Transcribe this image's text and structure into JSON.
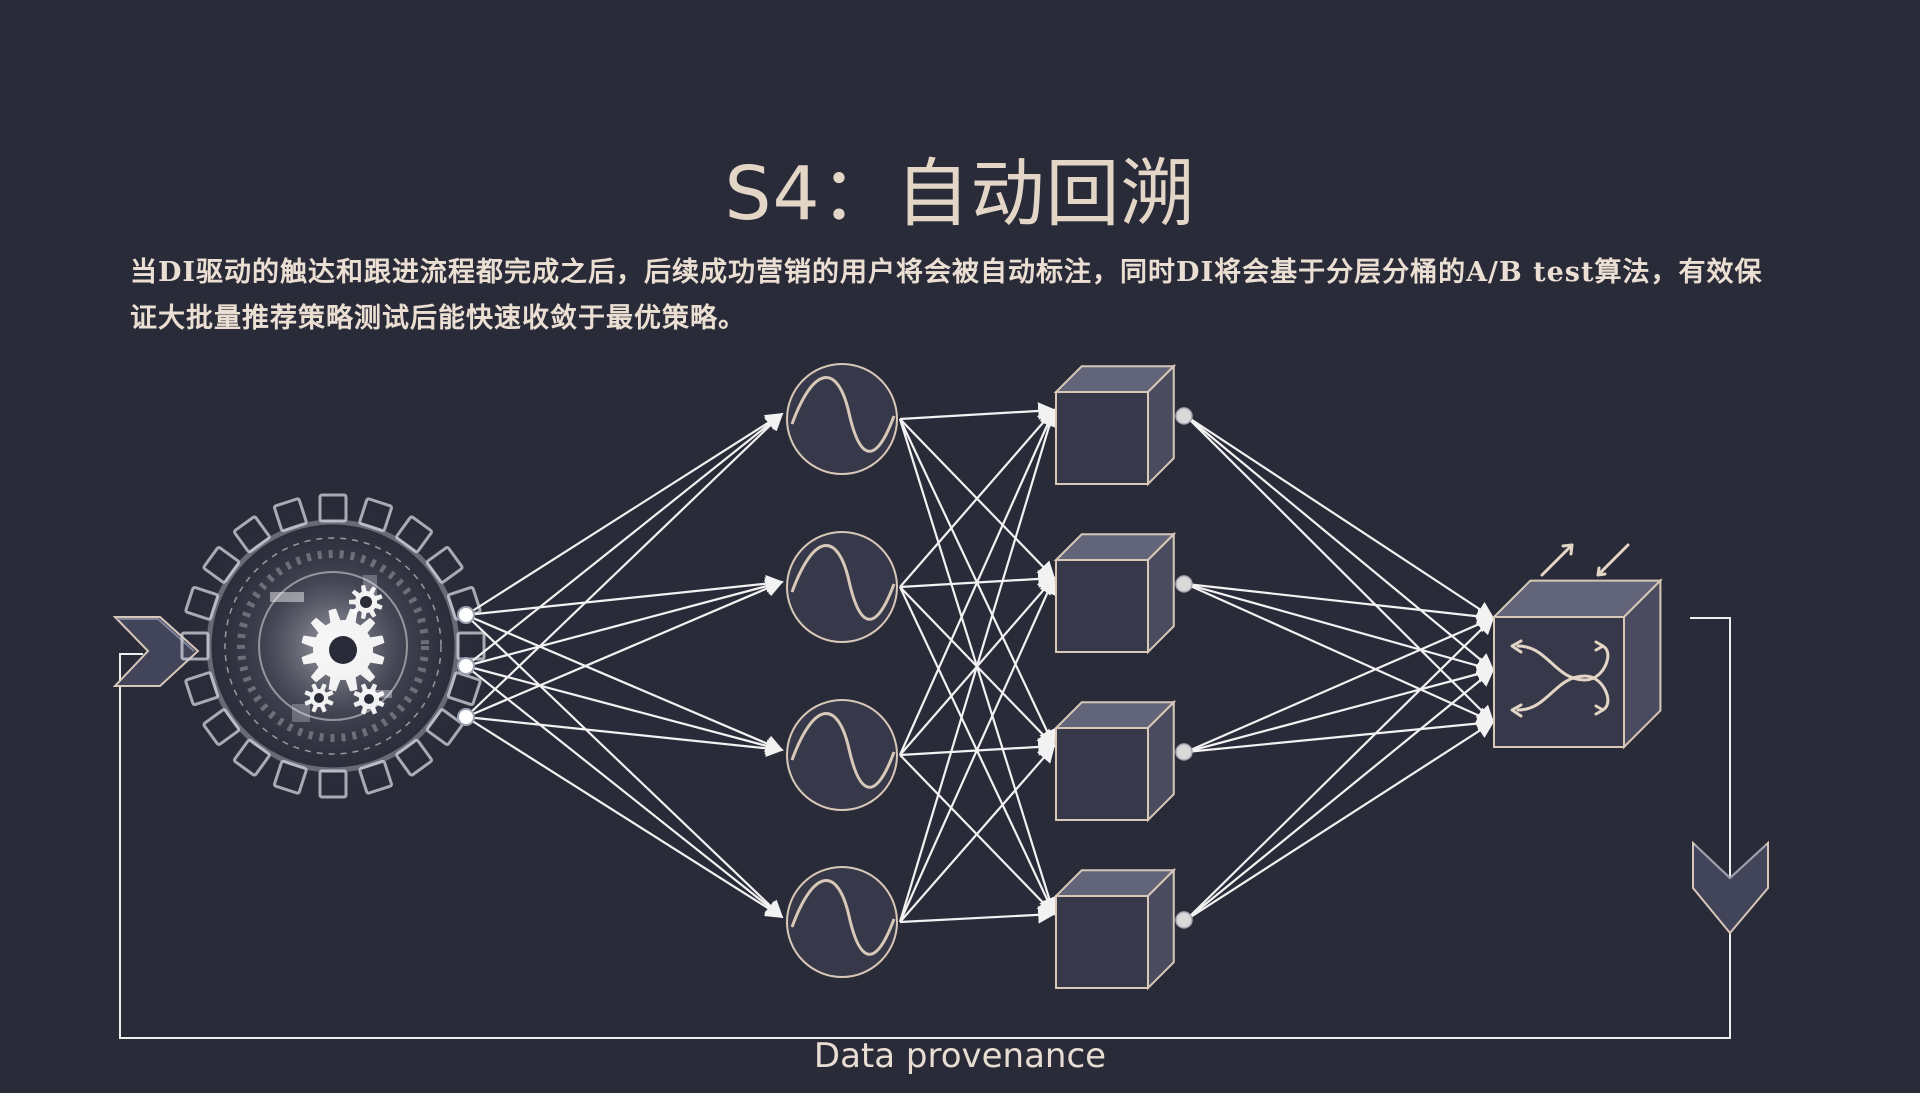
{
  "slide": {
    "title": "S4：自动回溯",
    "description": "当DI驱动的触达和跟进流程都完成之后，后续成功营销的用户将会被自动标注，同时DI将会基于分层分桶的A/B test算法，有效保证大批量推荐策略测试后能快速收敛于最优策略。",
    "caption": "Data provenance"
  },
  "diagram": {
    "input_gear": {
      "icon": "gear-icon",
      "outputs": 3
    },
    "wave_nodes": 4,
    "cube_nodes": 4,
    "switch_cube": {
      "icon": "switch-icon"
    },
    "colors": {
      "background": "#2a2b39",
      "line": "#f2f2f2",
      "node_fill": "#373849",
      "node_stroke": "#d8c8b8",
      "cube_top": "#62657a",
      "cube_side": "#4a4b5e",
      "accent": "#e4d6c7"
    }
  }
}
